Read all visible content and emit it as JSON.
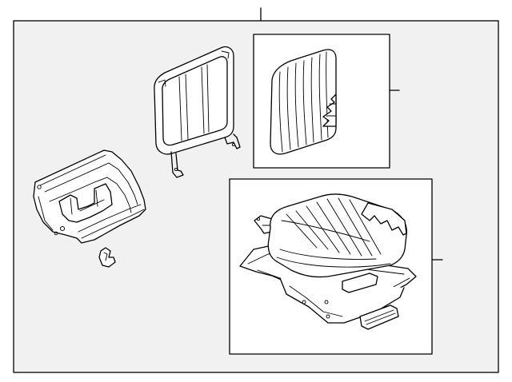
{
  "colors": {
    "background": "#ffffff",
    "frame_fill": "#f1f1f1",
    "line": "#000000"
  },
  "parts": [
    {
      "name": "seat-back-frame"
    },
    {
      "name": "seat-back-cushion"
    },
    {
      "name": "seat-cushion-assembly"
    },
    {
      "name": "seat-base-housing"
    },
    {
      "name": "seat-clip"
    }
  ]
}
